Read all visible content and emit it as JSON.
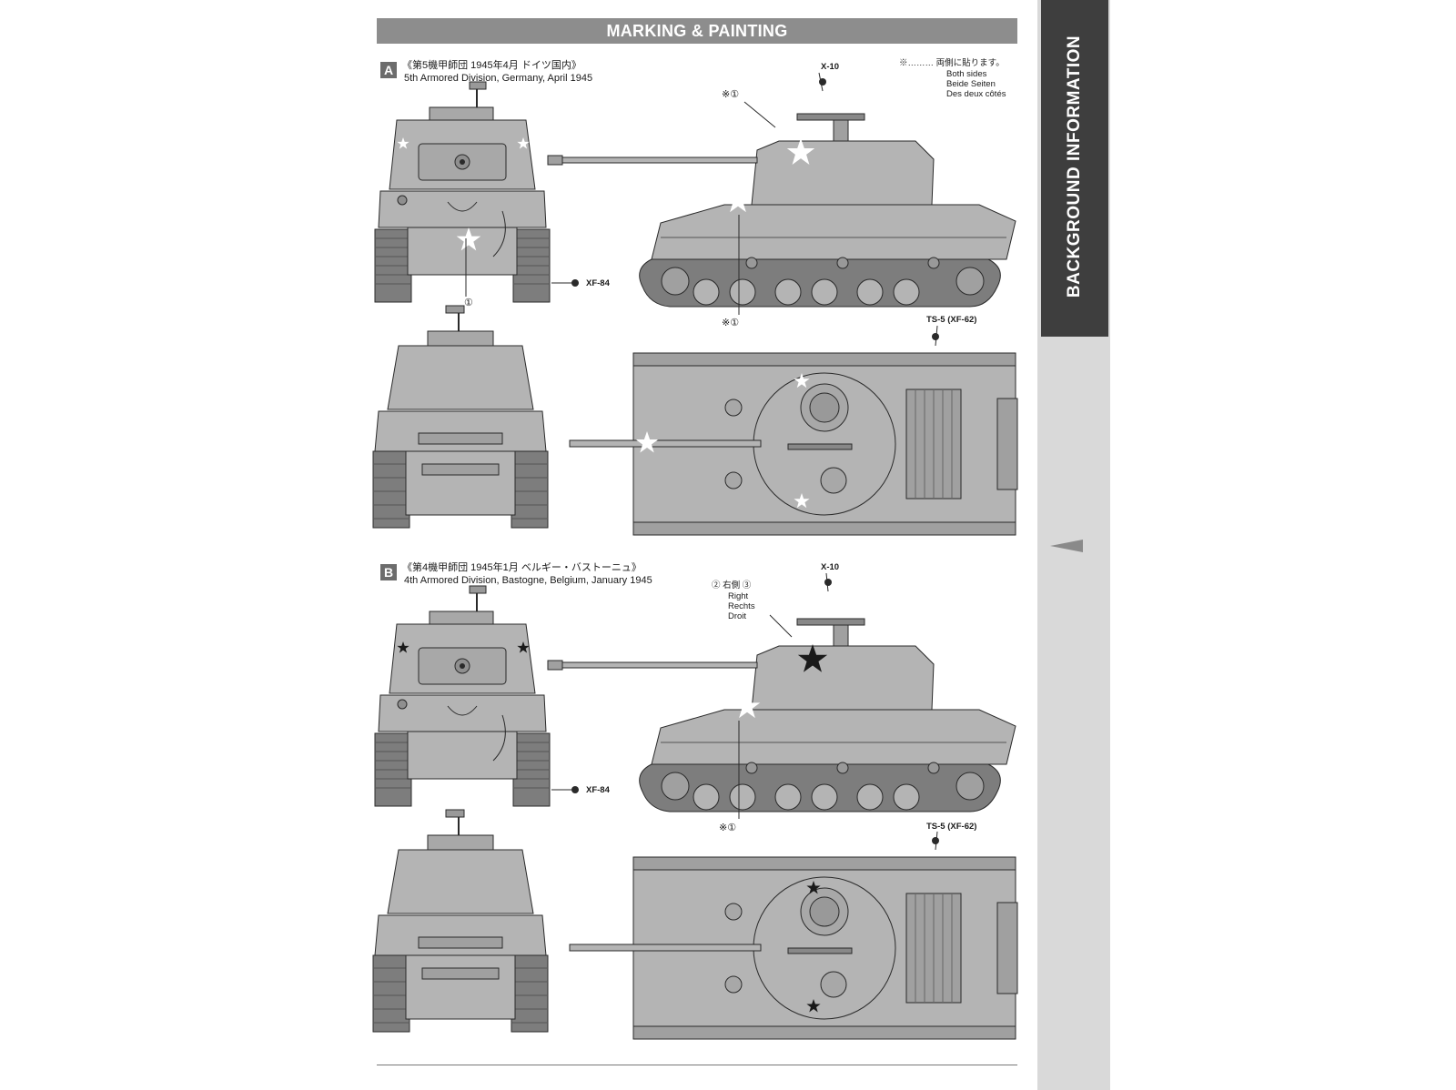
{
  "header": {
    "title": "MARKING & PAINTING"
  },
  "sidebar": {
    "label": "BACKGROUND INFORMATION"
  },
  "note": {
    "marker": "※",
    "lines": [
      "※……… 両側に貼ります。",
      "Both sides",
      "Beide Seiten",
      "Des deux côtés"
    ]
  },
  "sections": [
    {
      "letter": "A",
      "title_jp": "《第5機甲師団 1945年4月 ドイツ国内》",
      "title_en": "5th Armored Division, Germany, April 1945",
      "paint_top": "X-10",
      "paint_track": "XF-84",
      "paint_hull": "TS-5 (XF-62)",
      "decal_turret": "※①",
      "decal_hull": "※①",
      "decal_front": "①"
    },
    {
      "letter": "B",
      "title_jp": "《第4機甲師団 1945年1月 ベルギー・バストーニュ》",
      "title_en": "4th Armored Division, Bastogne, Belgium, January 1945",
      "paint_top": "X-10",
      "paint_track": "XF-84",
      "paint_hull": "TS-5 (XF-62)",
      "decal_turret_right": [
        "② 右側 ③",
        "Right",
        "Rechts",
        "Droit"
      ],
      "decal_hull": "※①"
    }
  ],
  "colors": {
    "hull": "#b4b4b4",
    "hull_dark": "#8f8f8f",
    "track": "#7d7d7d",
    "outline": "#2a2a2a",
    "header": "#8d8d8d",
    "sidebar_dark": "#3e3e3e"
  }
}
